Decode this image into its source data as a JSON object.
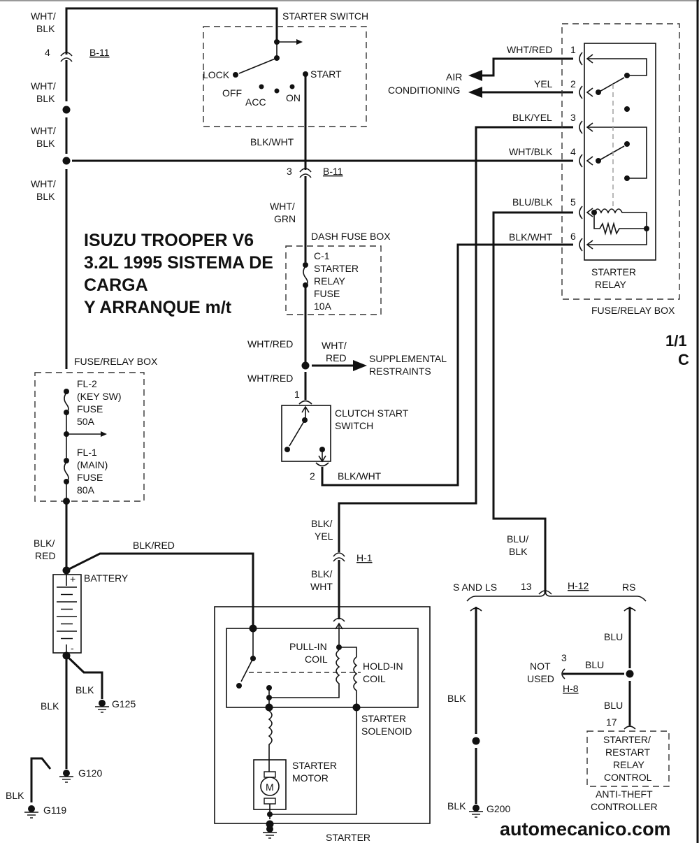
{
  "title": {
    "line1": "ISUZU TROOPER V6",
    "line2": "3.2L 1995 SISTEMA DE",
    "line3": "CARGA",
    "line4": "Y ARRANQUE m/t"
  },
  "page_ref": {
    "page": "1/1",
    "section": "C"
  },
  "watermark": "automecanico.com",
  "starter_switch": {
    "label": "STARTER SWITCH",
    "positions": [
      "LOCK",
      "OFF",
      "ACC",
      "ON",
      "START"
    ]
  },
  "connectors": {
    "b11_top": {
      "pin": "4",
      "name": "B-11"
    },
    "b11_mid": {
      "pin": "3",
      "name": "B-11"
    },
    "h1": {
      "name": "H-1"
    },
    "h12": {
      "pin": "13",
      "name": "H-12",
      "left": "S AND LS",
      "right": "RS"
    },
    "h8": {
      "pin": "3",
      "name": "H-8"
    },
    "clutch_pin1": "1",
    "clutch_pin2": "2",
    "antitheft_pin": "17"
  },
  "wires": {
    "left_trunk": [
      "WHT/\nBLK",
      "WHT/\nBLK",
      "WHT/\nBLK",
      "WHT/\nBLK"
    ],
    "switch_out": "BLK/WHT",
    "to_dash_fuse": "WHT/\nGRN",
    "wht_red_1": "WHT/RED",
    "wht_red_2": "WHT/RED",
    "wht_red_branch": "WHT/\nRED",
    "clutch_out": "BLK/WHT",
    "blk_yel": "BLK/\nYEL",
    "blk_wht_starter": "BLK/\nWHT",
    "blu_blk": "BLU/\nBLK",
    "blk_red_battery": "BLK/\nRED",
    "blk_red_starter": "BLK/RED",
    "blk_g125": "BLK",
    "blk_g120": "BLK",
    "blk_g119": "BLK",
    "blk_s_ls": "BLK",
    "blk_g200": "BLK",
    "blu_1": "BLU",
    "blu_2": "BLU",
    "blu_3": "BLU"
  },
  "starter_relay": {
    "label_1": "STARTER",
    "label_2": "RELAY",
    "box_label": "FUSE/RELAY BOX",
    "pins": [
      {
        "pin": "1",
        "wire": "WHT/RED"
      },
      {
        "pin": "2",
        "wire": "YEL"
      },
      {
        "pin": "3",
        "wire": "BLK/YEL"
      },
      {
        "pin": "4",
        "wire": "WHT/BLK"
      },
      {
        "pin": "5",
        "wire": "BLU/BLK"
      },
      {
        "pin": "6",
        "wire": "BLK/WHT"
      }
    ]
  },
  "air_conditioning": {
    "line1": "AIR",
    "line2": "CONDITIONING"
  },
  "dash_fuse": {
    "box_label": "DASH FUSE BOX",
    "lines": [
      "C-1",
      "STARTER",
      "RELAY",
      "FUSE",
      "10A"
    ]
  },
  "supplemental_restraints": {
    "line1": "SUPPLEMENTAL",
    "line2": "RESTRAINTS"
  },
  "clutch_switch": {
    "line1": "CLUTCH START",
    "line2": "SWITCH"
  },
  "fuse_relay_box_left": {
    "label": "FUSE/RELAY BOX",
    "fl2": [
      "FL-2",
      "(KEY SW)",
      "FUSE",
      "50A"
    ],
    "fl1": [
      "FL-1",
      "(MAIN)",
      "FUSE",
      "80A"
    ]
  },
  "battery": {
    "label": "BATTERY",
    "plus": "+",
    "minus": "-"
  },
  "grounds": {
    "g125": "G125",
    "g120": "G120",
    "g119": "G119",
    "g200": "G200"
  },
  "starter": {
    "label": "STARTER",
    "pull_in": [
      "PULL-IN",
      "COIL"
    ],
    "hold_in": [
      "HOLD-IN",
      "COIL"
    ],
    "solenoid": [
      "STARTER",
      "SOLENOID"
    ],
    "motor": [
      "STARTER",
      "MOTOR"
    ],
    "motor_symbol": "M"
  },
  "anti_theft": {
    "not_used": [
      "NOT",
      "USED"
    ],
    "box": [
      "STARTER/",
      "RESTART",
      "RELAY",
      "CONTROL"
    ],
    "controller": [
      "ANTI-THEFT",
      "CONTROLLER"
    ]
  }
}
